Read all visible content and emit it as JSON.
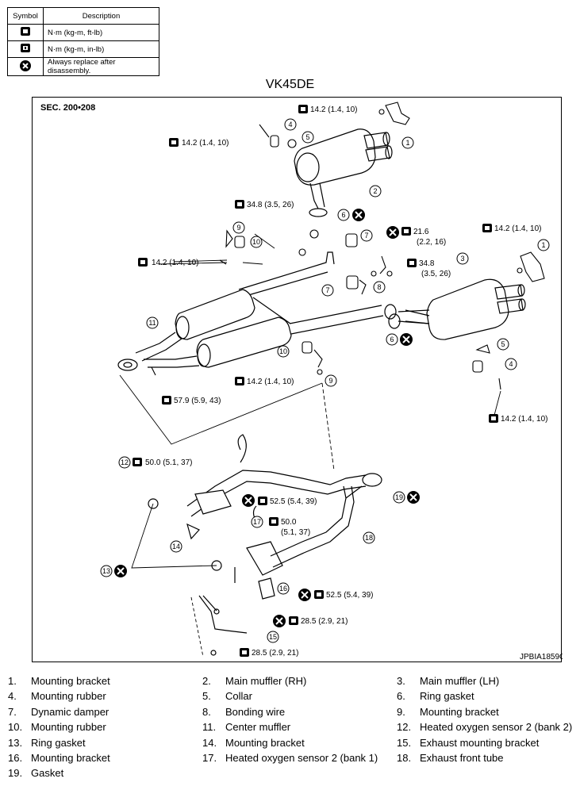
{
  "legend": {
    "header": {
      "symbol": "Symbol",
      "description": "Description"
    },
    "rows": [
      {
        "icon": "torque-wrench-icon",
        "description": "N·m (kg-m, ft-lb)"
      },
      {
        "icon": "torque-wrench-small-icon",
        "description": "N·m (kg-m, in-lb)"
      },
      {
        "icon": "replace-x-icon",
        "description": "Always replace after disassembly."
      }
    ]
  },
  "model": "VK45DE",
  "diagram": {
    "section": "SEC. 200•208",
    "code": "JPBIA1859GB",
    "torque_labels": [
      "14.2 (1.4, 10)",
      "14.2 (1.4, 10)",
      "34.8 (3.5, 26)",
      "14.2 (1.4, 10)",
      "21.6",
      "(2.2, 16)",
      "14.2 (1.4, 10)",
      "34.8",
      "(3.5, 26)",
      "14.2 (1.4, 10)",
      "57.9 (5.9, 43)",
      "14.2 (1.4, 10)",
      "50.0 (5.1, 37)",
      "52.5 (5.4, 39)",
      "50.0",
      "(5.1, 37)",
      "52.5 (5.4, 39)",
      "28.5 (2.9, 21)",
      "28.5 (2.9, 21)"
    ],
    "callouts": [
      "1",
      "2",
      "3",
      "4",
      "5",
      "6",
      "7",
      "8",
      "9",
      "10",
      "11",
      "12",
      "13",
      "14",
      "15",
      "16",
      "17",
      "18",
      "19"
    ]
  },
  "parts": [
    {
      "num": "1.",
      "name": "Mounting bracket"
    },
    {
      "num": "2.",
      "name": "Main muffler (RH)"
    },
    {
      "num": "3.",
      "name": "Main muffler (LH)"
    },
    {
      "num": "4.",
      "name": "Mounting rubber"
    },
    {
      "num": "5.",
      "name": "Collar"
    },
    {
      "num": "6.",
      "name": "Ring gasket"
    },
    {
      "num": "7.",
      "name": "Dynamic damper"
    },
    {
      "num": "8.",
      "name": "Bonding wire"
    },
    {
      "num": "9.",
      "name": "Mounting bracket"
    },
    {
      "num": "10.",
      "name": "Mounting rubber"
    },
    {
      "num": "11.",
      "name": "Center muffler"
    },
    {
      "num": "12.",
      "name": "Heated oxygen sensor 2 (bank 2)"
    },
    {
      "num": "13.",
      "name": "Ring gasket"
    },
    {
      "num": "14.",
      "name": "Mounting bracket"
    },
    {
      "num": "15.",
      "name": "Exhaust mounting bracket"
    },
    {
      "num": "16.",
      "name": "Mounting bracket"
    },
    {
      "num": "17.",
      "name": "Heated oxygen sensor 2 (bank 1)"
    },
    {
      "num": "18.",
      "name": "Exhaust front tube"
    },
    {
      "num": "19.",
      "name": "Gasket"
    }
  ]
}
